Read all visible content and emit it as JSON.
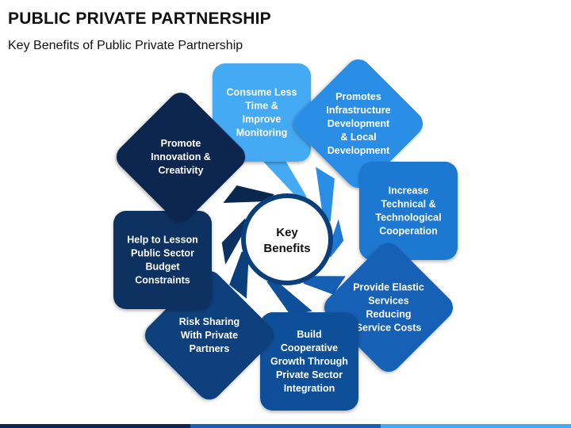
{
  "header": {
    "title": "PUBLIC PRIVATE PARTNERSHIP",
    "subtitle": "Key Benefits of Public Private Partnership"
  },
  "center": {
    "lines": [
      "Key",
      "Benefits"
    ]
  },
  "colors": {
    "ring": [
      "#45aaf4",
      "#2a8ee6",
      "#1f78d1",
      "#1560b5",
      "#0d4f99",
      "#0b3f7c",
      "#0a3162",
      "#08284f"
    ],
    "bottom_bar": [
      "#08284f",
      "#1560b5",
      "#45aaf4"
    ]
  },
  "benefits": [
    {
      "id": "consume-less-time",
      "lines": [
        "Consume Less",
        "Time &",
        "Improve",
        "Monitoring"
      ]
    },
    {
      "id": "promotes-infrastructure",
      "lines": [
        "Promotes",
        "Infrastructure",
        "Development",
        "& Local",
        "Development"
      ]
    },
    {
      "id": "increase-technical",
      "lines": [
        "Increase",
        "Technical &",
        "Technological",
        "Cooperation"
      ]
    },
    {
      "id": "provide-elastic-services",
      "lines": [
        "Provide Elastic",
        "Services",
        "Reducing",
        "Service Costs"
      ]
    },
    {
      "id": "build-cooperative-growth",
      "lines": [
        "Build",
        "Cooperative",
        "Growth Through",
        "Private Sector",
        "Integration"
      ]
    },
    {
      "id": "risk-sharing",
      "lines": [
        "Risk Sharing",
        "With Private",
        "Partners"
      ]
    },
    {
      "id": "help-to-lesson",
      "lines": [
        "Help to Lesson",
        "Public Sector",
        "Budget",
        "Constraints"
      ]
    },
    {
      "id": "promote-innovation",
      "lines": [
        "Promote",
        "Innovation &",
        "Creativity"
      ]
    }
  ]
}
